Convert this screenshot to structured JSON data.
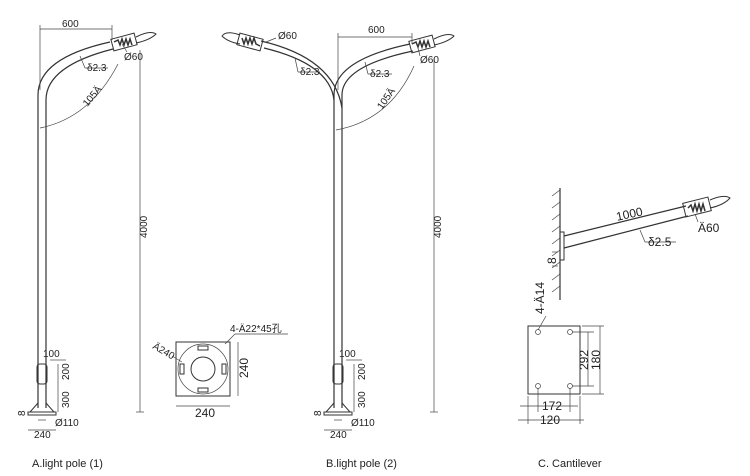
{
  "pole_a": {
    "caption": "A.light pole (1)",
    "arm_length": "600",
    "thickness": "δ2.3",
    "lamp_dia": "Ø60",
    "bend_radius": "105Ä",
    "height": "4000",
    "door_top": "100",
    "door_height": "200",
    "door_bottom": "300",
    "base_plate": "8",
    "base_width": "240",
    "bottom_dia": "Ø110"
  },
  "flange": {
    "holes": "4-Ä22*45孔",
    "circle": "Ä240",
    "width": "240",
    "height": "240"
  },
  "pole_b": {
    "caption": "B.light pole (2)",
    "arm_length": "600",
    "lamp_dia_left": "Ø60",
    "thickness_left": "δ2.3",
    "thickness_right": "δ2.3",
    "lamp_dia_right": "Ø60",
    "bend_radius": "105Ä",
    "height": "4000",
    "door_top": "100",
    "door_height": "200",
    "door_bottom": "300",
    "base_plate": "8",
    "base_width": "240",
    "bottom_dia": "Ø110"
  },
  "cantilever": {
    "caption": "C. Cantilever",
    "arm_length": "1000",
    "thickness": "δ2.5",
    "lamp_dia": "Ä60",
    "plate": "8",
    "holes": "4-Ä14",
    "hole_v": "292",
    "plate_h": "180",
    "hole_h": "172",
    "plate_w": "120"
  }
}
